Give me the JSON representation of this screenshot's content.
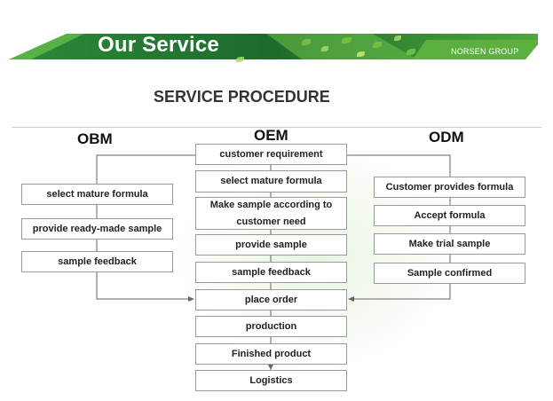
{
  "header": {
    "title": "Our Service",
    "company": "NORSEN GROUP"
  },
  "main_title": "SERVICE PROCEDURE",
  "columns": {
    "obm": {
      "heading": "OBM",
      "steps": [
        "select mature formula",
        "provide ready-made sample",
        "sample feedback"
      ]
    },
    "oem": {
      "heading": "OEM",
      "steps": [
        "customer requirement",
        "select mature formula",
        "Make sample according to customer need",
        "provide sample",
        "sample feedback"
      ]
    },
    "odm": {
      "heading": "ODM",
      "steps": [
        "Customer provides formula",
        "Accept formula",
        "Make trial sample",
        "Sample confirmed"
      ]
    },
    "shared": {
      "steps": [
        "place order",
        "production",
        "Finished product",
        "Logistics"
      ]
    }
  },
  "colors": {
    "banner_dark": "#1d6b2c",
    "banner_light": "#4ea83a",
    "accent": "#7cc24a",
    "box_border": "#9a9a9a",
    "connector": "#666666"
  }
}
